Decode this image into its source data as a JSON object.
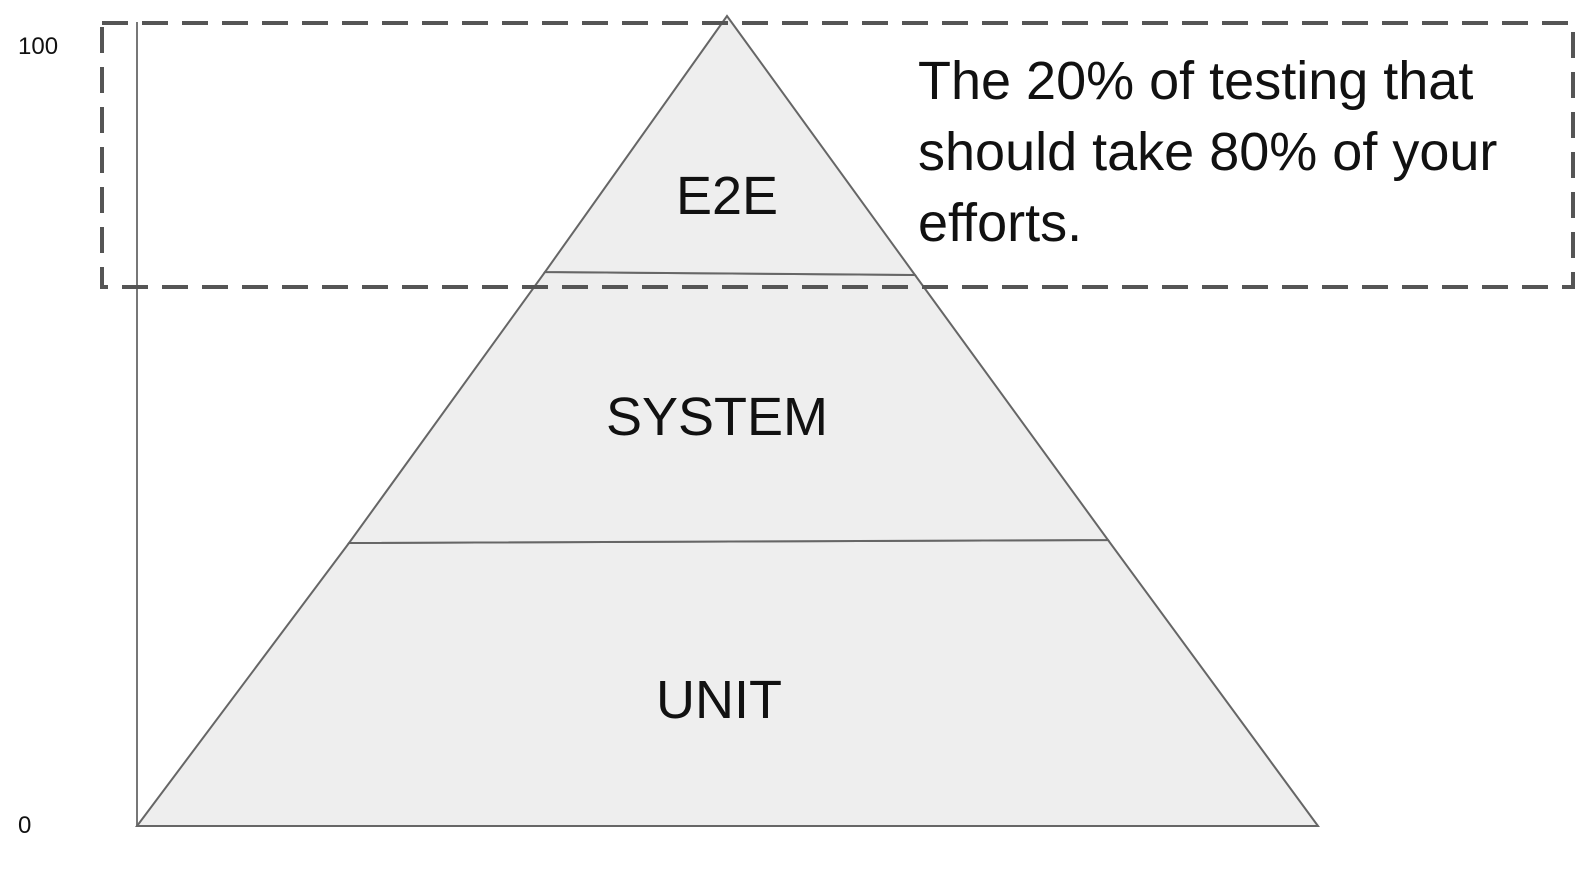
{
  "axis": {
    "tick_top": "100",
    "tick_bottom": "0"
  },
  "pyramid": {
    "tiers": [
      {
        "label": "E2E"
      },
      {
        "label": "SYSTEM"
      },
      {
        "label": "UNIT"
      }
    ]
  },
  "callout": {
    "lines": [
      "The 20% of testing that",
      "should take 80% of your",
      "efforts."
    ]
  },
  "colors": {
    "pyramid_fill": "#eeeeee",
    "pyramid_stroke": "#666666",
    "axis_stroke": "#777777",
    "callout_border": "#555555",
    "text": "#111111"
  }
}
